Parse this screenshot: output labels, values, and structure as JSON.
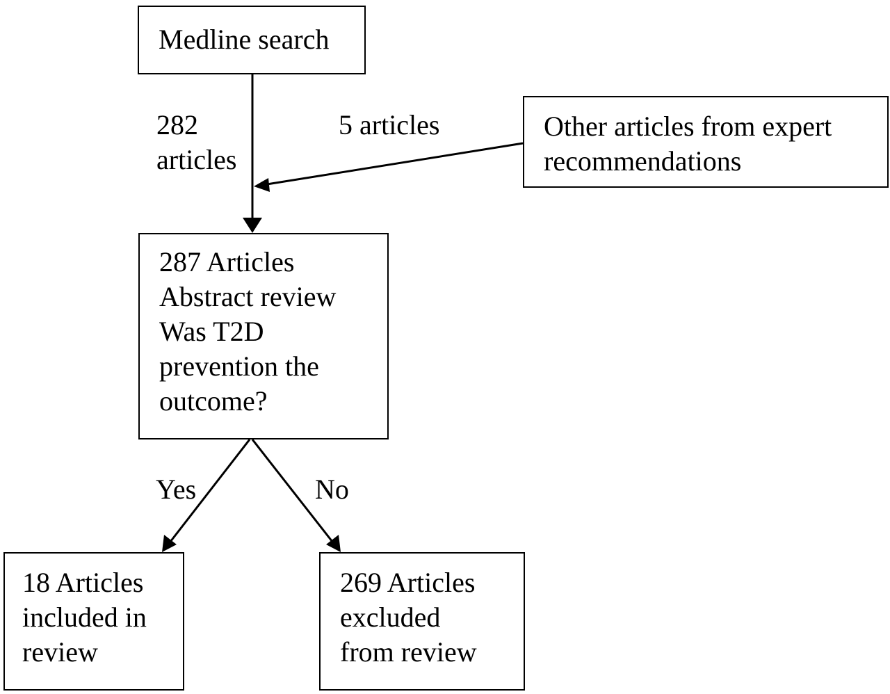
{
  "boxes": {
    "medline": {
      "lines": [
        "Medline search"
      ]
    },
    "expert": {
      "lines": [
        "Other articles from expert",
        "recommendations"
      ]
    },
    "abstract_review": {
      "lines": [
        "287 Articles",
        "Abstract review",
        "Was T2D",
        "prevention the",
        "outcome?"
      ]
    },
    "included": {
      "lines": [
        "18 Articles",
        "included in",
        "review"
      ]
    },
    "excluded": {
      "lines": [
        "269 Articles",
        "excluded",
        "from review"
      ]
    }
  },
  "edges": {
    "medline_count": {
      "lines": [
        "282",
        "articles"
      ]
    },
    "expert_count": {
      "lines": [
        "5 articles"
      ]
    },
    "yes": {
      "lines": [
        "Yes"
      ]
    },
    "no": {
      "lines": [
        "No"
      ]
    }
  },
  "colors": {
    "stroke": "#000000",
    "background": "#ffffff"
  }
}
